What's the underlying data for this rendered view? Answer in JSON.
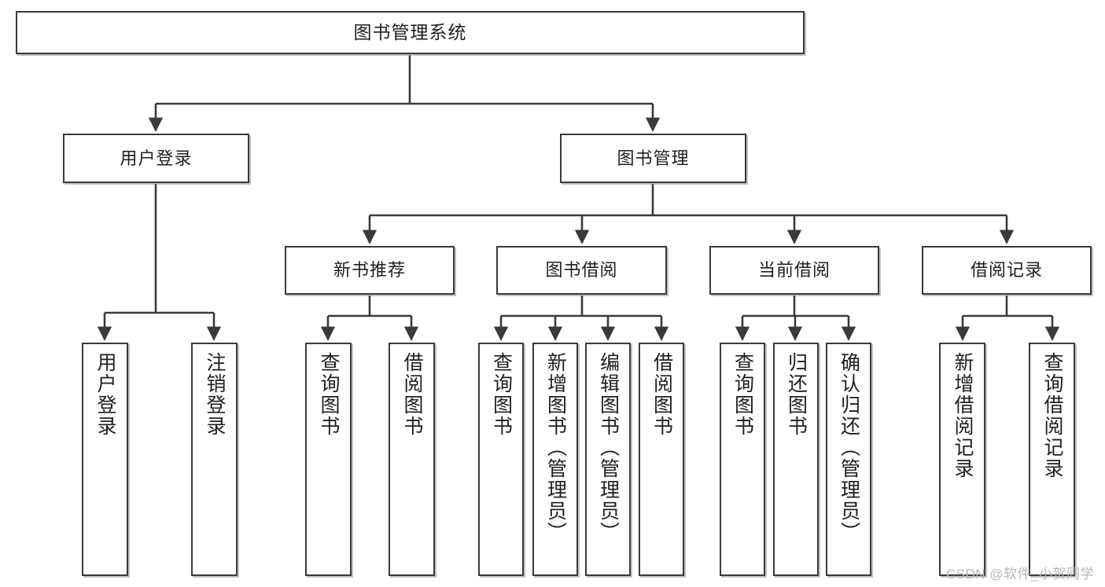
{
  "diagram": {
    "title": "图书管理系统",
    "type": "tree",
    "orientation": "top-down",
    "line_color": "#3a3a3a",
    "box_fill": "#ffffff",
    "text_color": "#1f1f1f",
    "nodes": {
      "root": {
        "label": "图书管理系统"
      },
      "level2": [
        {
          "label": "用户登录"
        },
        {
          "label": "图书管理"
        }
      ],
      "level3": [
        {
          "label": "新书推荐"
        },
        {
          "label": "图书借阅"
        },
        {
          "label": "当前借阅"
        },
        {
          "label": "借阅记录"
        }
      ],
      "leaves": {
        "user_login": [
          {
            "label": "用户登录"
          },
          {
            "label": "注销登录"
          }
        ],
        "new_book_recommend": [
          {
            "label": "查询图书"
          },
          {
            "label": "借阅图书"
          }
        ],
        "book_borrow": [
          {
            "label": "查询图书"
          },
          {
            "label": "新增图书（管理员）"
          },
          {
            "label": "编辑图书（管理员）"
          },
          {
            "label": "借阅图书"
          }
        ],
        "current_borrow": [
          {
            "label": "查询图书"
          },
          {
            "label": "归还图书"
          },
          {
            "label": "确认归还（管理员）"
          }
        ],
        "borrow_record": [
          {
            "label": "新增借阅记录"
          },
          {
            "label": "查询借阅记录"
          }
        ]
      }
    }
  },
  "watermark": {
    "text": "CSDN @软件_小贺同学"
  }
}
